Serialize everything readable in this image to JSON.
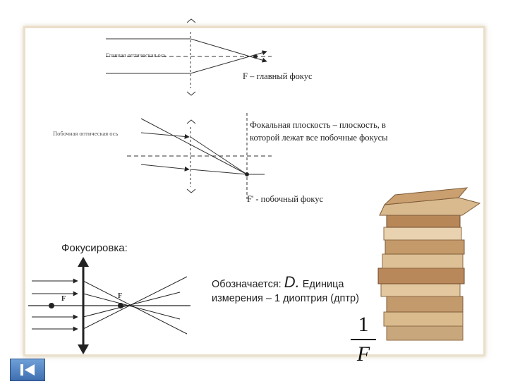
{
  "diagram": {
    "main_axis_label": "Главная оптическая ось",
    "main_focus_label": "F – главный фокус",
    "secondary_axis_label": "Побочная оптическая ось",
    "focal_plane_label_1": "Фокальная плоскость – плоскость, в",
    "focal_plane_label_2": "которой лежат все побочные фокусы",
    "secondary_focus_label": "F' - побочный фокус"
  },
  "focusing": {
    "title": "Фокусировка:",
    "left_f": "F",
    "right_f": "F"
  },
  "description": {
    "prefix": "Обозначается: ",
    "symbol": "D.",
    "line1_rest": " Единица",
    "line2": "измерения – 1 диоптрия (дптр)"
  },
  "formula": {
    "numerator": "1",
    "denominator": "F"
  },
  "nav": {
    "icon": "skip-to-start-icon"
  }
}
